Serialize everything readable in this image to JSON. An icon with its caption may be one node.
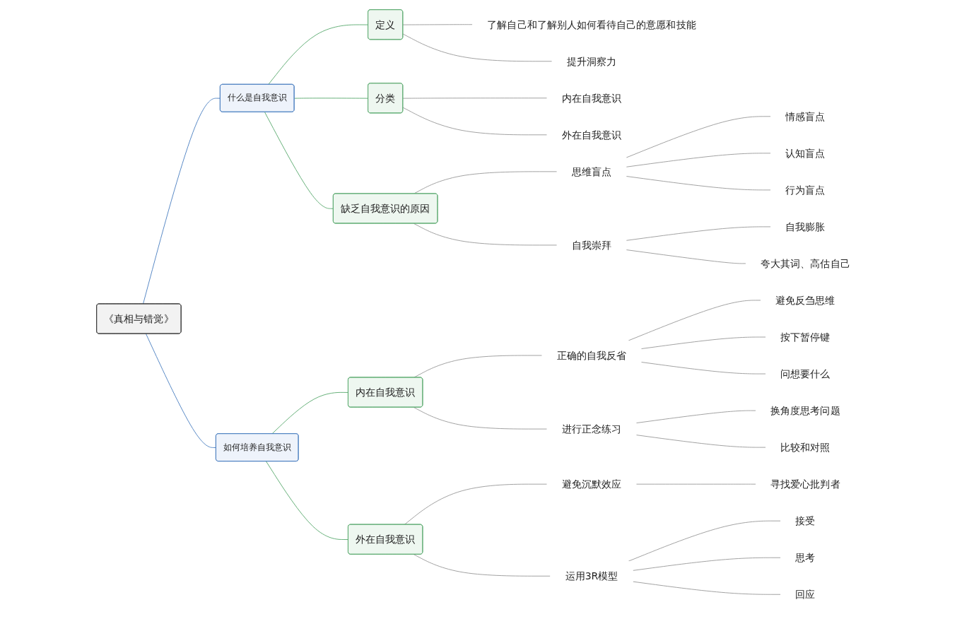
{
  "diagram": {
    "nodes": [
      {
        "text": [
          "《真相与错觉》"
        ]
      },
      {
        "text": [
          "什么是自我意识"
        ]
      },
      {
        "text": [
          "定义"
        ]
      },
      {
        "text": [
          "了解自己和了解别人如何看待自己的意愿和技能"
        ]
      },
      {
        "text": [
          "提升洞察力"
        ]
      },
      {
        "text": [
          "分类"
        ]
      },
      {
        "text": [
          "内在自我意识"
        ]
      },
      {
        "text": [
          "外在自我意识"
        ]
      },
      {
        "text": [
          "缺乏自我意识的原因"
        ]
      },
      {
        "text": [
          "思维盲点"
        ]
      },
      {
        "text": [
          "情感盲点"
        ]
      },
      {
        "text": [
          "认知盲点"
        ]
      },
      {
        "text": [
          "行为盲点"
        ]
      },
      {
        "text": [
          "自我崇拜"
        ]
      },
      {
        "text": [
          "自我膨胀"
        ]
      },
      {
        "text": [
          "夸大其词、高估自己"
        ]
      },
      {
        "text": [
          "如何培养自我意识"
        ]
      },
      {
        "text": [
          "内在自我意识"
        ]
      },
      {
        "text": [
          "正确的自我反省"
        ]
      },
      {
        "text": [
          "避免反刍思维"
        ]
      },
      {
        "text": [
          "按下暂停键"
        ]
      },
      {
        "text": [
          "问想要什么"
        ]
      },
      {
        "text": [
          "进行正念练习"
        ]
      },
      {
        "text": [
          "换角度思考问题"
        ]
      },
      {
        "text": [
          "比较和对照"
        ]
      },
      {
        "text": [
          "外在自我意识"
        ]
      },
      {
        "text": [
          "避免沉默效应"
        ]
      },
      {
        "text": [
          "寻找爱心批判者"
        ]
      },
      {
        "text": [
          "运用3R模型"
        ]
      },
      {
        "text": [
          "接受"
        ]
      },
      {
        "text": [
          "思考"
        ]
      },
      {
        "text": [
          "回应"
        ]
      }
    ],
    "edges": [
      {
        "from": 0,
        "to": 1,
        "arrow": "none",
        "color": "#4a7fc1"
      },
      {
        "from": 1,
        "to": 2,
        "arrow": "none",
        "color": "#5aaa6e"
      },
      {
        "from": 2,
        "to": 3,
        "arrow": "none"
      },
      {
        "from": 2,
        "to": 4,
        "arrow": "none"
      },
      {
        "from": 1,
        "to": 5,
        "arrow": "none",
        "color": "#5aaa6e"
      },
      {
        "from": 5,
        "to": 6,
        "arrow": "none"
      },
      {
        "from": 5,
        "to": 7,
        "arrow": "none"
      },
      {
        "from": 1,
        "to": 8,
        "arrow": "none",
        "color": "#5aaa6e"
      },
      {
        "from": 8,
        "to": 9,
        "arrow": "none"
      },
      {
        "from": 9,
        "to": 10,
        "arrow": "none"
      },
      {
        "from": 9,
        "to": 11,
        "arrow": "none"
      },
      {
        "from": 9,
        "to": 12,
        "arrow": "none"
      },
      {
        "from": 8,
        "to": 13,
        "arrow": "none"
      },
      {
        "from": 13,
        "to": 14,
        "arrow": "none"
      },
      {
        "from": 13,
        "to": 15,
        "arrow": "none"
      },
      {
        "from": 0,
        "to": 16,
        "arrow": "none",
        "color": "#4a7fc1"
      },
      {
        "from": 16,
        "to": 17,
        "arrow": "none",
        "color": "#5aaa6e"
      },
      {
        "from": 17,
        "to": 18,
        "arrow": "none"
      },
      {
        "from": 18,
        "to": 19,
        "arrow": "none"
      },
      {
        "from": 18,
        "to": 20,
        "arrow": "none"
      },
      {
        "from": 18,
        "to": 21,
        "arrow": "none"
      },
      {
        "from": 17,
        "to": 22,
        "arrow": "none"
      },
      {
        "from": 22,
        "to": 23,
        "arrow": "none"
      },
      {
        "from": 22,
        "to": 24,
        "arrow": "none"
      },
      {
        "from": 16,
        "to": 25,
        "arrow": "none",
        "color": "#5aaa6e"
      },
      {
        "from": 25,
        "to": 26,
        "arrow": "none"
      },
      {
        "from": 26,
        "to": 27,
        "arrow": "none"
      },
      {
        "from": 25,
        "to": 28,
        "arrow": "none"
      },
      {
        "from": 28,
        "to": 29,
        "arrow": "none"
      },
      {
        "from": 28,
        "to": 30,
        "arrow": "none"
      },
      {
        "from": 28,
        "to": 31,
        "arrow": "none"
      }
    ]
  }
}
